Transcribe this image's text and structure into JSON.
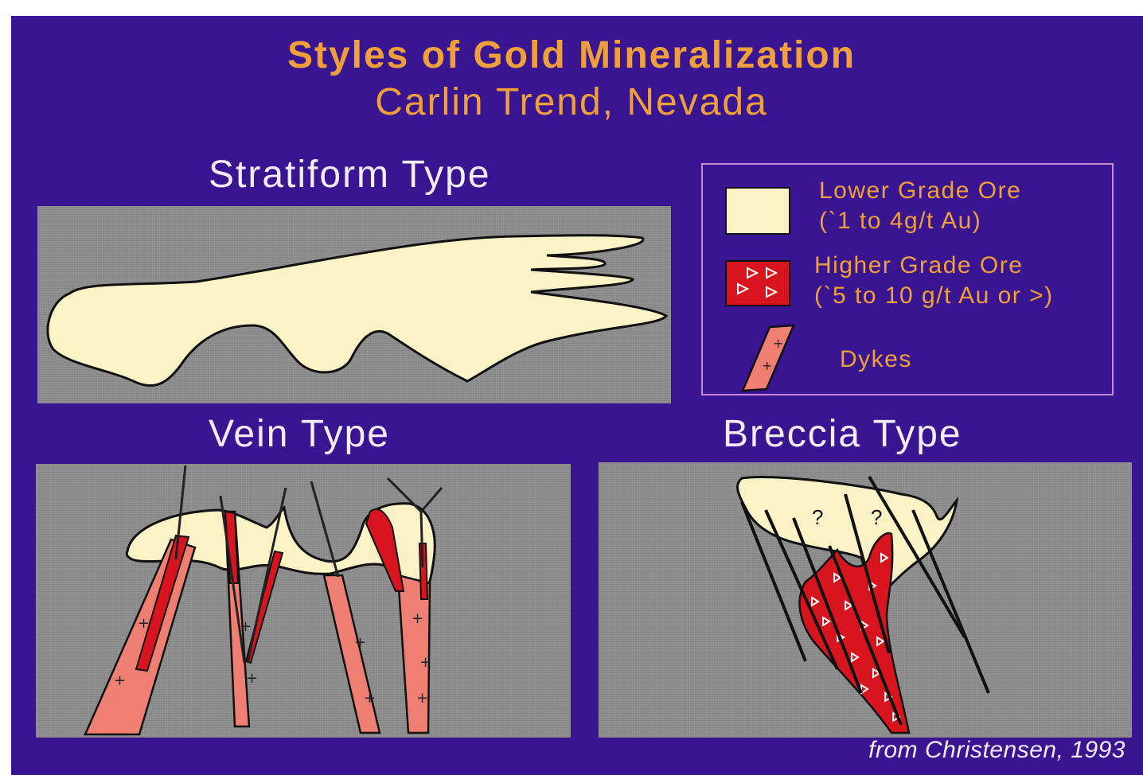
{
  "title": {
    "line1": "Styles of Gold Mineralization",
    "line2": "Carlin Trend, Nevada"
  },
  "sections": {
    "stratiform": "Stratiform Type",
    "vein": "Vein Type",
    "breccia": "Breccia Type"
  },
  "legend": {
    "lower_grade_line1": "Lower Grade Ore",
    "lower_grade_line2": "(`1 to 4g/t Au)",
    "higher_grade_line1": "Higher Grade Ore",
    "higher_grade_line2": "(`5 to 10 g/t Au or >)",
    "dykes": "Dykes"
  },
  "breccia_marks": [
    "?",
    "?"
  ],
  "credit": "from Christensen, 1993",
  "colors": {
    "background": "#3a1591",
    "title": "#f0a03a",
    "panel": "#8e8e8e",
    "lower_grade_ore": "#fbf2c6",
    "higher_grade_ore": "#d8141f",
    "dyke": "#f07f73",
    "legend_border": "#c78ad8"
  }
}
